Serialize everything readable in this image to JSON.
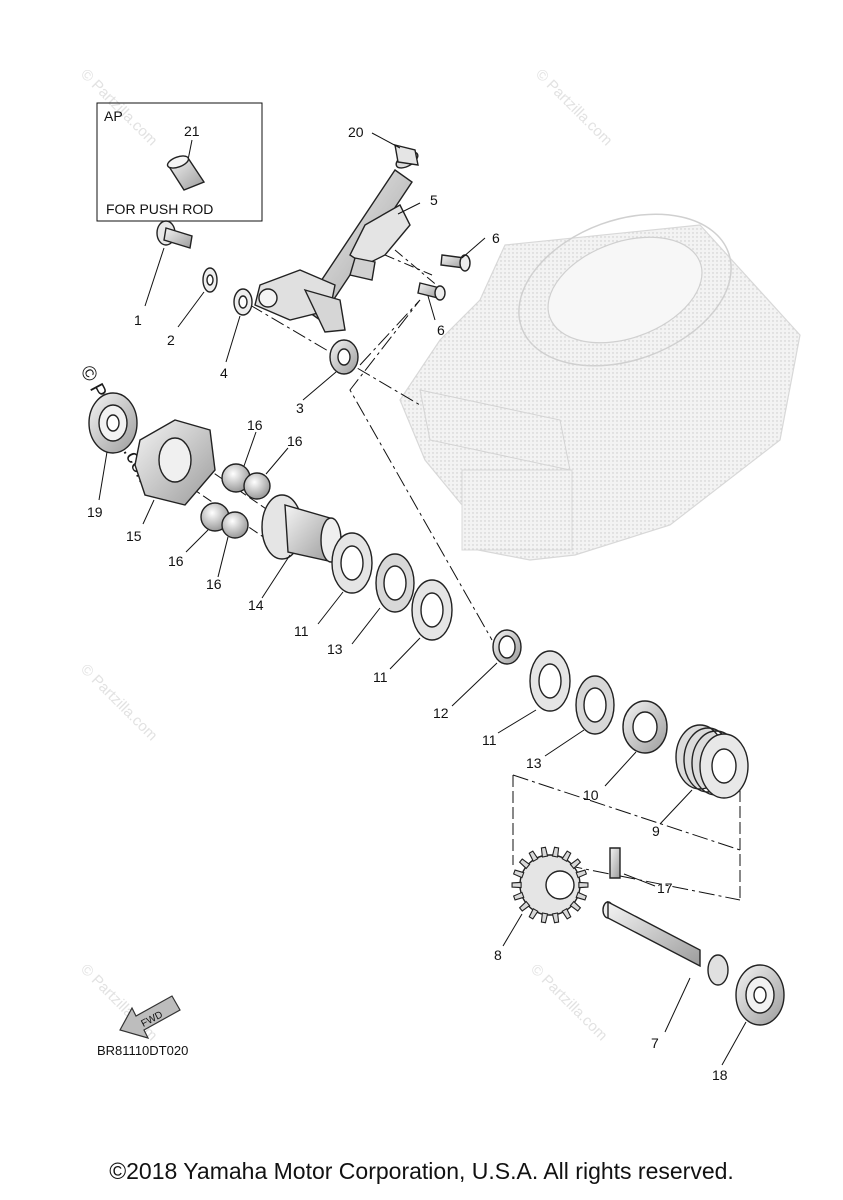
{
  "inset": {
    "label_ap": "AP",
    "part_number": "21",
    "caption": "FOR PUSH ROD"
  },
  "diagram_code": "BR81110DT020",
  "fwd_label": "FWD",
  "watermark": "© Partzilla.com",
  "copyright": "©2018 Yamaha Motor Corporation, U.S.A. All rights reserved.",
  "callouts": [
    "20",
    "5",
    "6",
    "6",
    "1",
    "2",
    "4",
    "3",
    "16",
    "16",
    "19",
    "15",
    "16",
    "16",
    "14",
    "11",
    "13",
    "11",
    "12",
    "11",
    "13",
    "10",
    "9",
    "17",
    "8",
    "7",
    "18"
  ],
  "colors": {
    "line": "#111111",
    "part_fill": "#e6e6e6",
    "cylinder_fill": "#ececec",
    "watermark": "#e2e2e2"
  }
}
